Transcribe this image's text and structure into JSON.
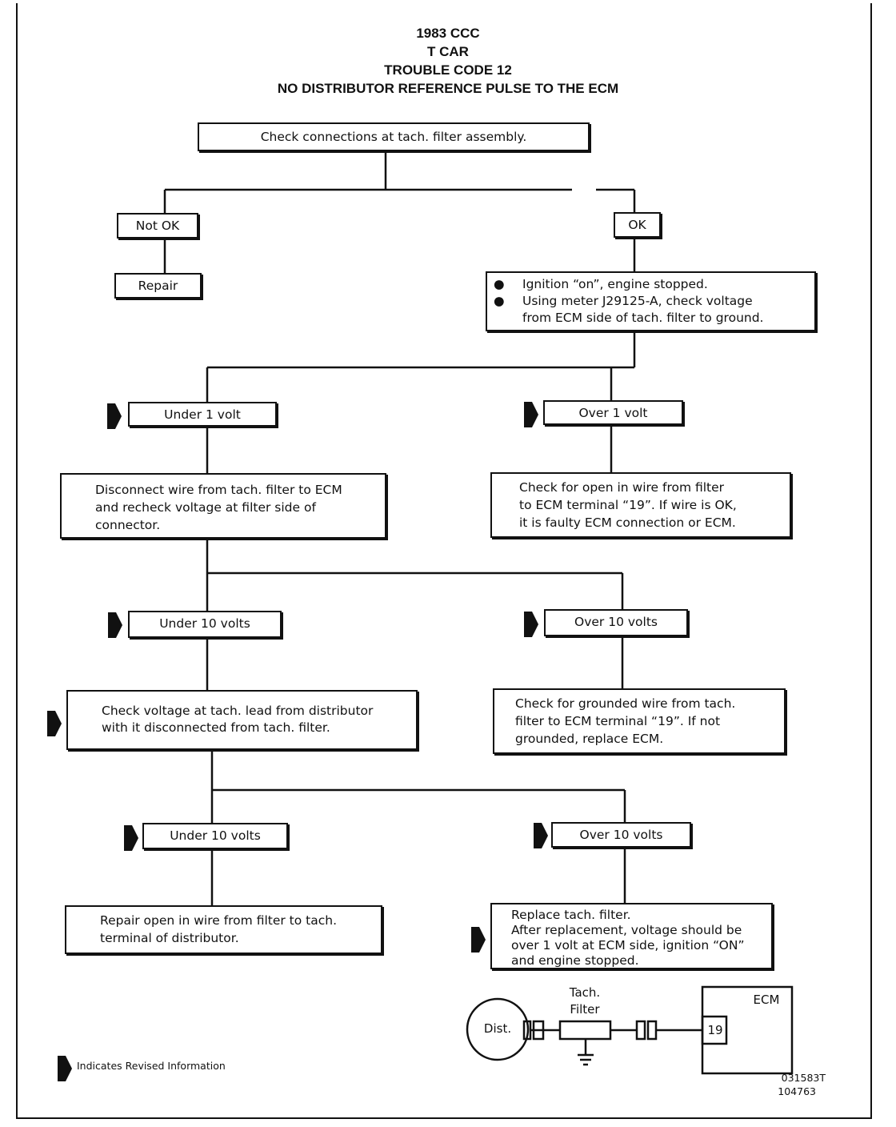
{
  "title": {
    "line1": "1983 CCC",
    "line2": "T CAR",
    "line3": "TROUBLE CODE 12",
    "line4": "NO DISTRIBUTOR REFERENCE PULSE TO THE ECM"
  },
  "nodes": {
    "check_connections": "Check connections at tach. filter assembly.",
    "not_ok": "Not OK",
    "ok": "OK",
    "repair": "Repair",
    "ignition_bullet1": "Ignition “on”, engine stopped.",
    "ignition_bullet2a": "Using meter J29125-A, check voltage",
    "ignition_bullet2b": "from ECM side of tach. filter to ground.",
    "under_1_volt": "Under 1 volt",
    "over_1_volt": "Over 1 volt",
    "disconnect_l1": "Disconnect wire from tach. filter to ECM",
    "disconnect_l2": "and recheck voltage at filter side of",
    "disconnect_l3": "connector.",
    "check_open_l1": "Check for open in wire from filter",
    "check_open_l2": "to ECM terminal “19”. If wire is OK,",
    "check_open_l3": "it is faulty ECM connection or ECM.",
    "under_10_volts_a": "Under 10 volts",
    "over_10_volts_a": "Over 10 volts",
    "check_voltage_l1": "Check voltage at tach. lead from distributor",
    "check_voltage_l2": "with it disconnected from tach. filter.",
    "grounded_l1": "Check for grounded wire from tach.",
    "grounded_l2": "filter to ECM terminal “19”. If not",
    "grounded_l3": "grounded, replace ECM.",
    "under_10_volts_b": "Under 10 volts",
    "over_10_volts_b": "Over 10 volts",
    "repair_open_l1": "Repair open in wire from filter to tach.",
    "repair_open_l2": "terminal of distributor.",
    "replace_l1": "Replace tach. filter.",
    "replace_l2": "After replacement, voltage should be",
    "replace_l3": "over 1 volt at ECM side, ignition “ON”",
    "replace_l4": "and engine stopped."
  },
  "wiring": {
    "dist": "Dist.",
    "tach_l1": "Tach.",
    "tach_l2": "Filter",
    "ecm": "ECM",
    "terminal": "19"
  },
  "legend": "Indicates Revised Information",
  "codes": {
    "line1": "031583T",
    "line2": "104763"
  }
}
